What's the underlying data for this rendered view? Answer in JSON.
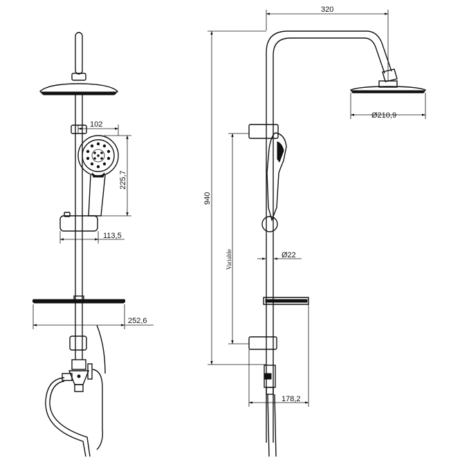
{
  "front_view": {
    "dim_handshower_width": "102",
    "dim_handshower_height": "225,7",
    "dim_holder_projection": "113,5",
    "dim_shelf_width": "252,6"
  },
  "side_view": {
    "dim_arm_reach": "320",
    "dim_total_height": "940",
    "dim_rail_label": "Variable",
    "dim_head_diameter": "Ø210,9",
    "dim_tube_diameter": "Ø22",
    "dim_diverter_projection": "178,2"
  }
}
